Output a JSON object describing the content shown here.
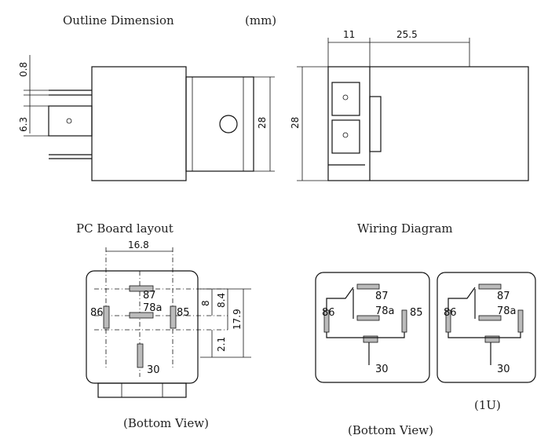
{
  "outline": {
    "title": "Outline Dimension",
    "unit": "(mm)",
    "dims": {
      "top_gap": "0.8",
      "terminal": "6.3",
      "height_left": "28",
      "height_right": "28",
      "offset": "11",
      "width": "25.5"
    }
  },
  "pcb": {
    "title": "PC Board layout",
    "caption": "(Bottom View)",
    "dims": {
      "span": "16.8",
      "d8": "8",
      "d84": "8.4",
      "d179": "17.9",
      "d21": "2.1"
    },
    "pins": {
      "p87": "87",
      "p78a": "78a",
      "p85": "85",
      "p86": "86",
      "p30": "30"
    }
  },
  "wiring": {
    "title": "Wiring Diagram",
    "caption": "(Bottom View)",
    "variant": "(1U)",
    "pins": {
      "p87": "87",
      "p78a": "78a",
      "p85": "85",
      "p86": "86",
      "p30": "30"
    },
    "pins2": {
      "p87": "87",
      "p78a": "78a",
      "p86": "86",
      "p30": "30"
    }
  }
}
